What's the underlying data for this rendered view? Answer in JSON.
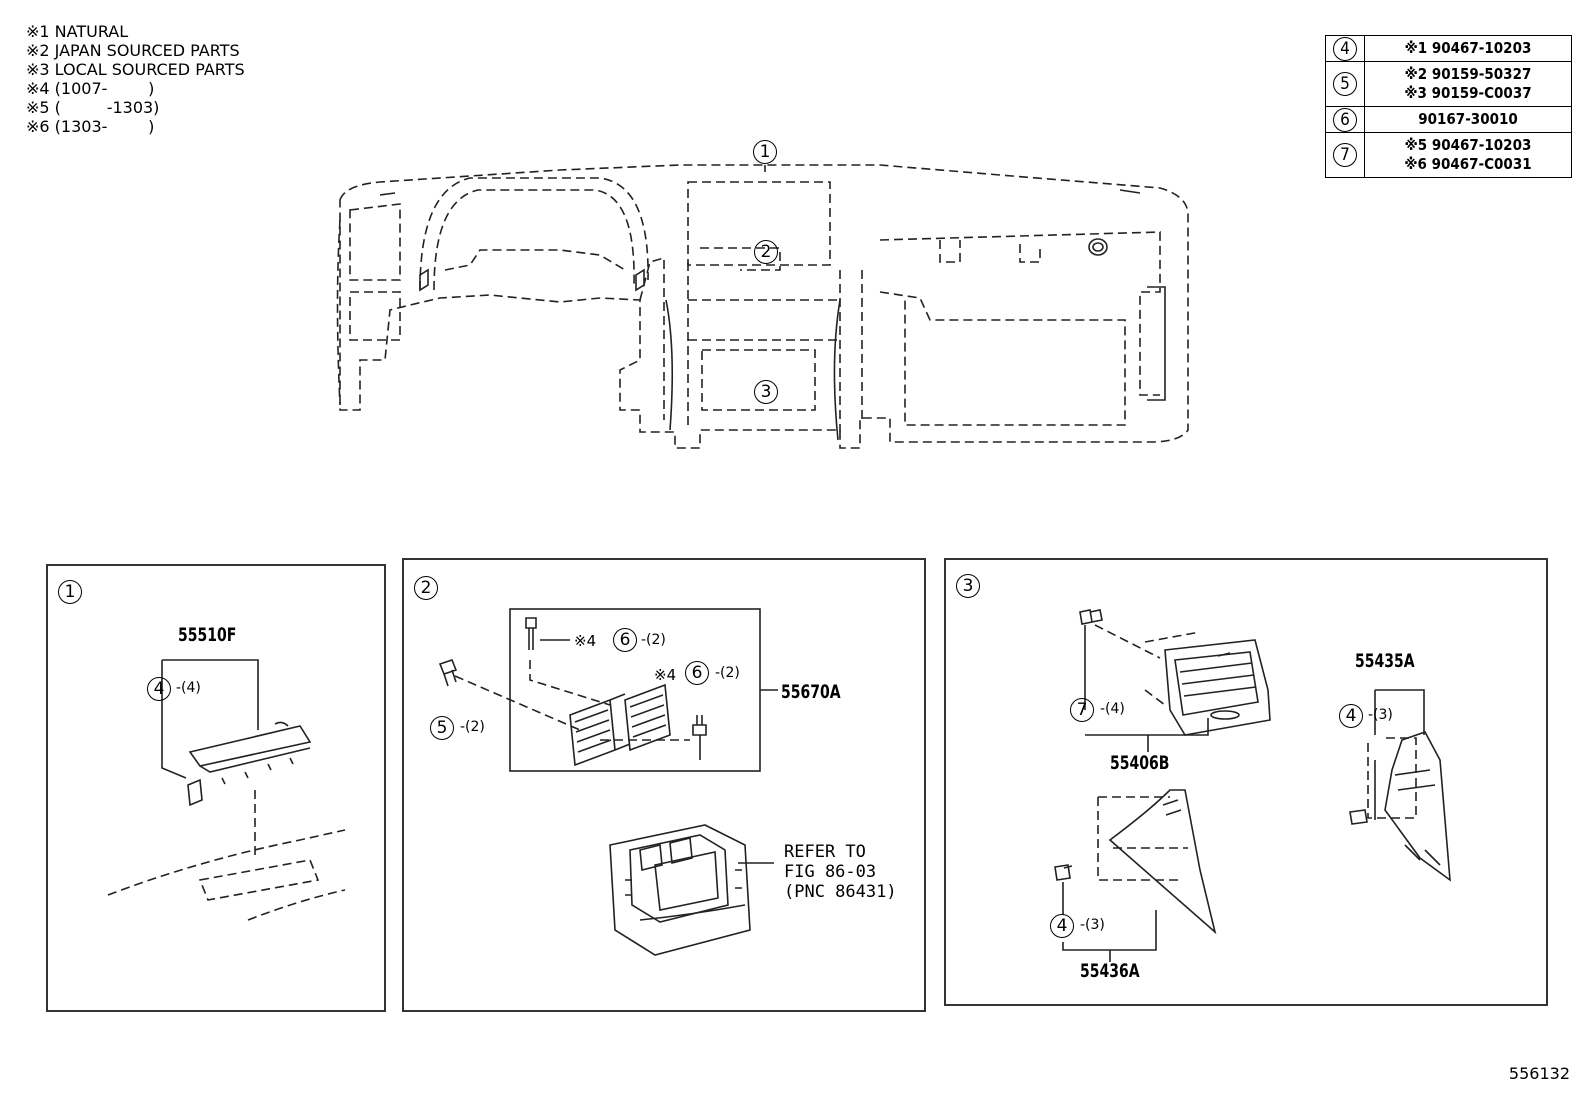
{
  "notes": [
    "※1 NATURAL",
    "※2 JAPAN SOURCED PARTS",
    "※3 LOCAL SOURCED PARTS",
    "※4 (1007-        )",
    "※5 (         -1303)",
    "※6 (1303-        )"
  ],
  "legend": [
    {
      "num": "4",
      "lines": [
        "※1 90467-10203"
      ]
    },
    {
      "num": "5",
      "lines": [
        "※2 90159-50327",
        "※3 90159-C0037"
      ]
    },
    {
      "num": "6",
      "lines": [
        "90167-30010"
      ]
    },
    {
      "num": "7",
      "lines": [
        "※5 90467-10203",
        "※6 90467-C0031"
      ]
    }
  ],
  "overview": {
    "callout1": "1",
    "callout2": "2",
    "callout3": "3"
  },
  "panel1": {
    "title": "1",
    "part": "55510F",
    "screw_num": "4",
    "screw_qty": "-(4)"
  },
  "panel2": {
    "title": "2",
    "part": "55670A",
    "screw_a_note": "※4",
    "screw_a_num": "6",
    "screw_a_qty": "-(2)",
    "screw_b_note": "※4",
    "screw_b_num": "6",
    "screw_b_qty": "-(2)",
    "screw_c_num": "5",
    "screw_c_qty": "-(2)",
    "refer_lines": [
      "REFER TO",
      "FIG 86-03",
      "(PNC 86431)"
    ]
  },
  "panel3": {
    "title": "3",
    "part_vent": "55406B",
    "vent_clip_num": "7",
    "vent_clip_qty": "-(4)",
    "part_right": "55435A",
    "right_clip_num": "4",
    "right_clip_qty": "-(3)",
    "part_left": "55436A",
    "left_clip_num": "4",
    "left_clip_qty": "-(3)"
  },
  "figure_id": "556132"
}
